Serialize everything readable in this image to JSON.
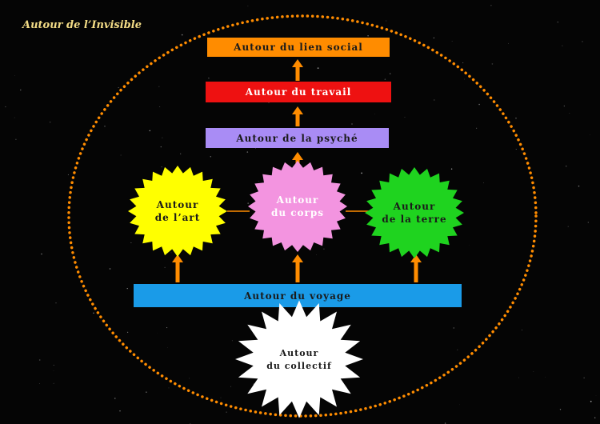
{
  "title": "Autour de l’Invisible",
  "bars": {
    "lien_social": {
      "label": "Autour du lien social",
      "color": "#ff8c00",
      "text_color": "#1a1a1a"
    },
    "travail": {
      "label": "Autour du travail",
      "color": "#ee1111",
      "text_color": "#ffffff"
    },
    "psyche": {
      "label": "Autour de la psyché",
      "color": "#a98cf5",
      "text_color": "#1a1a1a"
    },
    "voyage": {
      "label": "Autour du voyage",
      "color": "#1a9be8",
      "text_color": "#1a1a1a"
    }
  },
  "bursts": {
    "art": {
      "line1": "Autour",
      "line2": "de l’art",
      "color": "#ffff00",
      "text_color": "#1a1a1a"
    },
    "corps": {
      "line1": "Autour",
      "line2": "du corps",
      "color": "#f394e0",
      "text_color": "#ffffff"
    },
    "terre": {
      "line1": "Autour",
      "line2": "de la terre",
      "color": "#1fd31f",
      "text_color": "#1a1a1a"
    },
    "collectif": {
      "line1": "Autour",
      "line2": "du collectif",
      "color": "#ffffff",
      "text_color": "#1a1a1a"
    }
  },
  "colors": {
    "background": "#050505",
    "ellipse_dots": "#ff8c00",
    "arrows": "#ff8c00",
    "title": "#f3dc86"
  }
}
